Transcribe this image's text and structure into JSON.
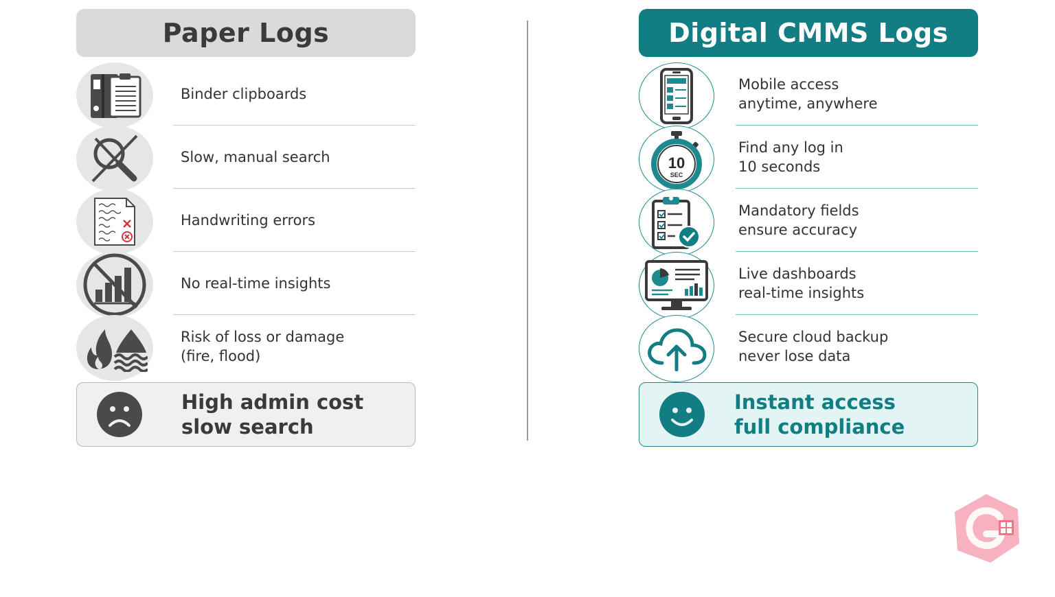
{
  "left": {
    "title": "Paper Logs",
    "items": [
      {
        "icon": "binder-clipboard-icon",
        "line1": "Binder clipboards",
        "line2": ""
      },
      {
        "icon": "crossed-magnifier-icon",
        "line1": "Slow, manual search",
        "line2": ""
      },
      {
        "icon": "handwritten-document-icon",
        "line1": "Handwriting errors",
        "line2": ""
      },
      {
        "icon": "no-chart-icon",
        "line1": "No real-time insights",
        "line2": ""
      },
      {
        "icon": "fire-flood-icon",
        "line1": "Risk of loss or damage",
        "line2": "(fire, flood)"
      }
    ],
    "summary": {
      "icon": "sad-face-icon",
      "line1": "High admin cost",
      "line2": "slow search"
    }
  },
  "right": {
    "title": "Digital CMMS Logs",
    "items": [
      {
        "icon": "mobile-phone-icon",
        "line1": "Mobile access",
        "line2": "anytime, anywhere"
      },
      {
        "icon": "stopwatch-icon",
        "line1": "Find any log in",
        "line2": "10 seconds",
        "timer_value": "10",
        "timer_unit": "SEC"
      },
      {
        "icon": "checklist-clipboard-icon",
        "line1": "Mandatory fields",
        "line2": "ensure accuracy"
      },
      {
        "icon": "dashboard-monitor-icon",
        "line1": "Live dashboards",
        "line2": "real-time insights"
      },
      {
        "icon": "cloud-upload-icon",
        "line1": "Secure cloud backup",
        "line2": "never lose data"
      }
    ],
    "summary": {
      "icon": "smiley-face-icon",
      "line1": "Instant access",
      "line2": "full compliance"
    }
  },
  "colors": {
    "teal": "#127d82",
    "grey_header": "#d9dadc",
    "teal_light": "#e2f4f4",
    "error_red": "#d9323c",
    "watermark_pink": "#f3738a"
  }
}
